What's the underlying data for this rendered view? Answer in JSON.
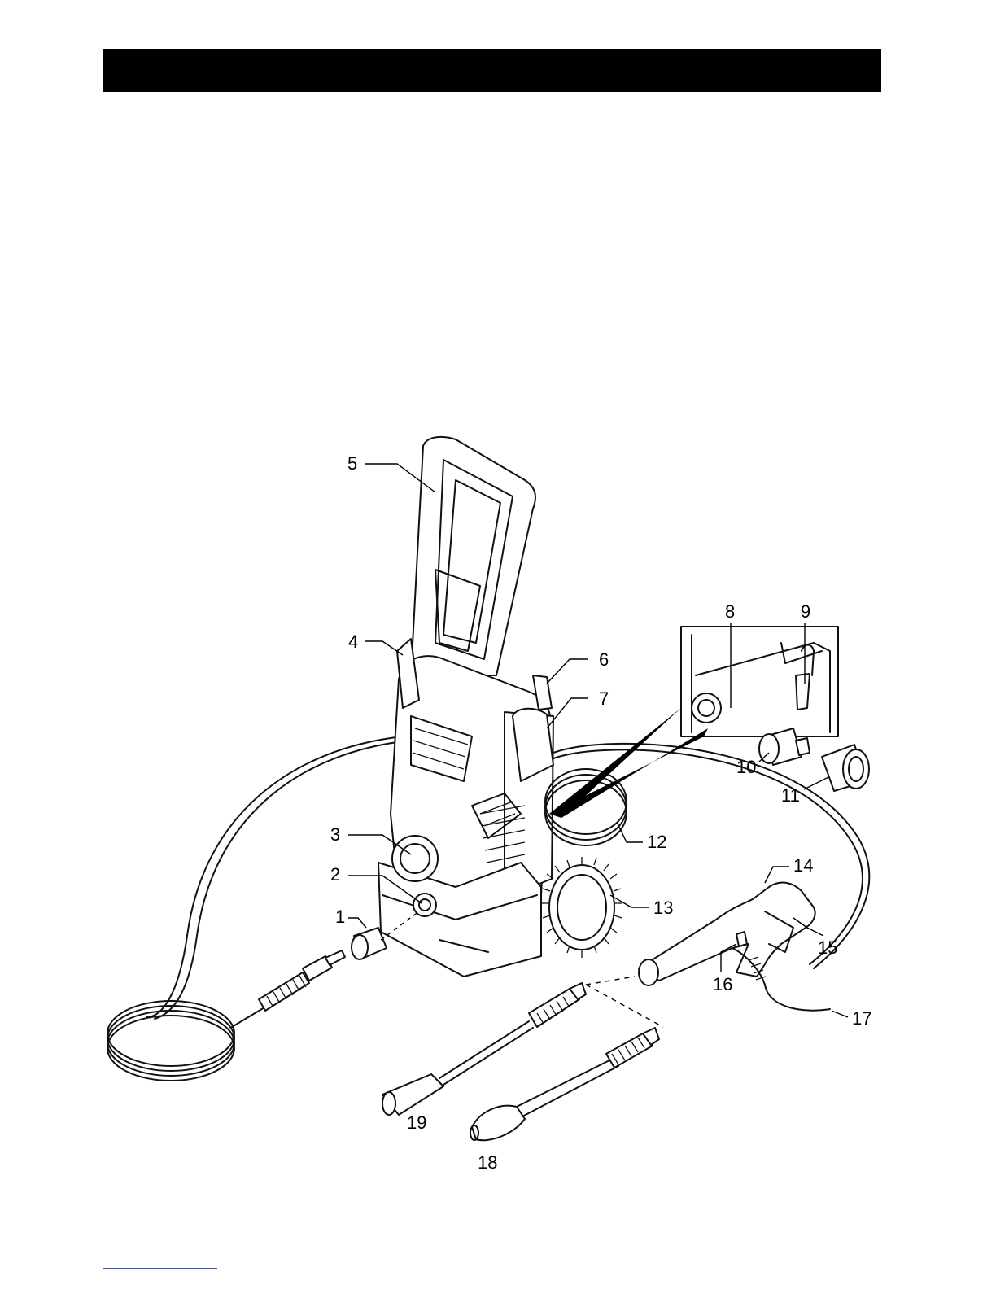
{
  "header": {
    "title": ""
  },
  "diagram": {
    "callouts": [
      "1",
      "2",
      "3",
      "4",
      "5",
      "6",
      "7",
      "8",
      "9",
      "10",
      "11",
      "12",
      "13",
      "14",
      "15",
      "16",
      "17",
      "18",
      "19"
    ]
  }
}
